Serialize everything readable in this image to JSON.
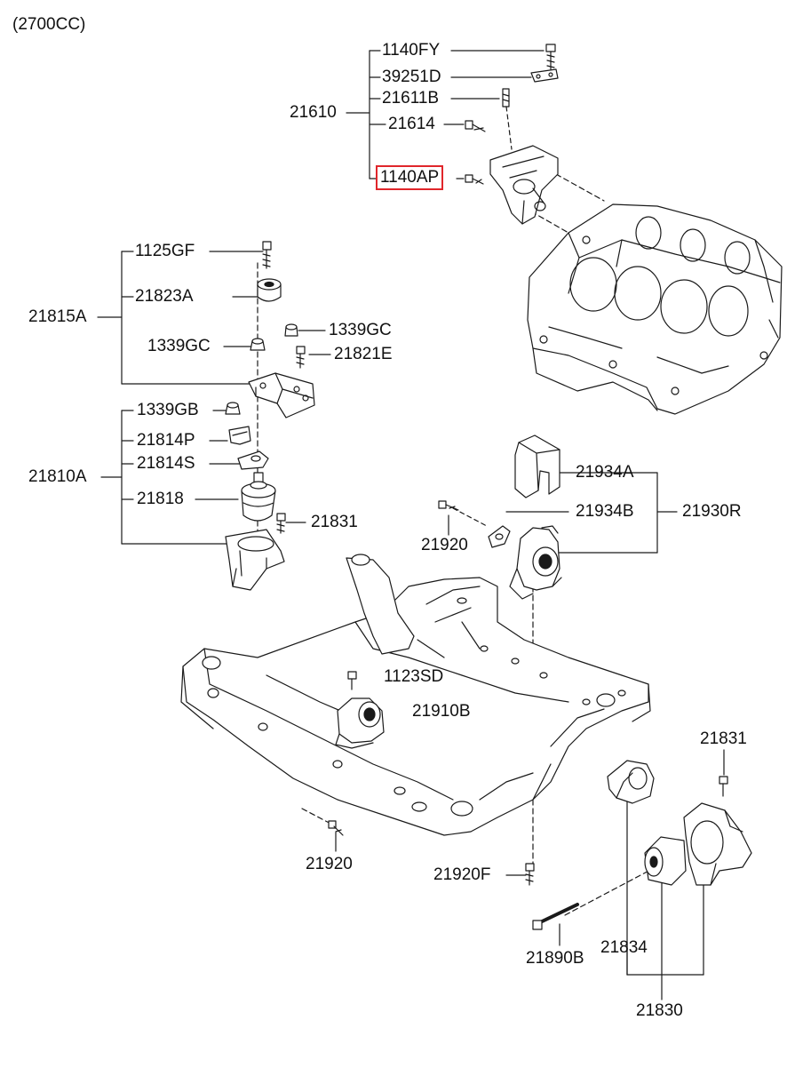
{
  "engine_code": "(2700CC)",
  "highlight_color": "#e0262b",
  "line_color": "#1a1a1a",
  "labels": {
    "p1140fy": "1140FY",
    "p39251d": "39251D",
    "p21611b": "21611B",
    "p21610": "21610",
    "p21614": "21614",
    "p1140ap": "1140AP",
    "p1125gf": "1125GF",
    "p21823a": "21823A",
    "p21815a": "21815A",
    "p1339gc_left": "1339GC",
    "p1339gc_right": "1339GC",
    "p21821e": "21821E",
    "p1339gb": "1339GB",
    "p21814p": "21814P",
    "p21814s": "21814S",
    "p21810a": "21810A",
    "p21818": "21818",
    "p21831_mid": "21831",
    "p21934a": "21934A",
    "p21934b": "21934B",
    "p21930r": "21930R",
    "p21920_top": "21920",
    "p1123sd": "1123SD",
    "p21910b": "21910B",
    "p21831_right": "21831",
    "p21920_bottom": "21920",
    "p21920f": "21920F",
    "p21834": "21834",
    "p21890b": "21890B",
    "p21830": "21830"
  }
}
